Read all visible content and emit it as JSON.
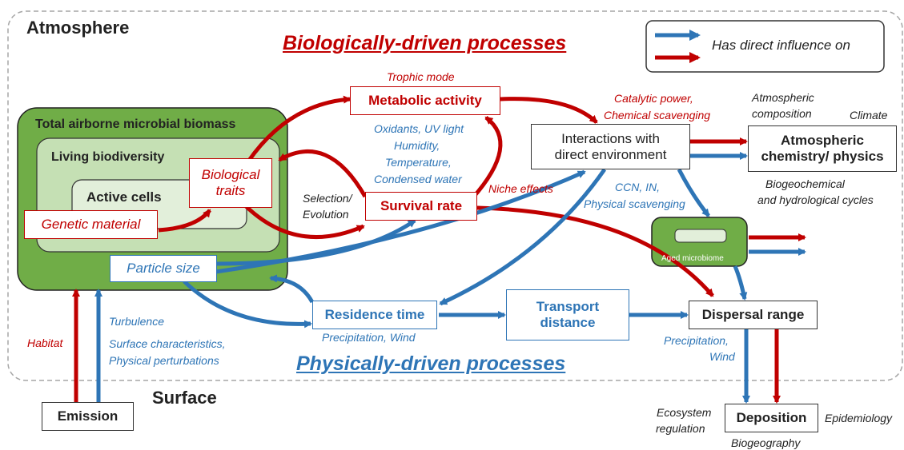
{
  "zones": {
    "atmosphere": "Atmosphere",
    "surface": "Surface"
  },
  "headings": {
    "biological": "Biologically-driven processes",
    "physical": "Physically-driven processes"
  },
  "legend": {
    "label": "Has direct influence on"
  },
  "biomass": {
    "title": "Total airborne microbial biomass",
    "living": "Living biodiversity",
    "active": "Active cells",
    "genetic": "Genetic material",
    "traits_line1": "Biological",
    "traits_line2": "traits",
    "particle": "Particle size"
  },
  "nodes": {
    "metabolic": "Metabolic activity",
    "survival": "Survival rate",
    "interactions_line1": "Interactions with",
    "interactions_line2": "direct environment",
    "atm_chem_line1": "Atmospheric",
    "atm_chem_line2": "chemistry/ physics",
    "residence": "Residence time",
    "transport_line1": "Transport",
    "transport_line2": "distance",
    "dispersal": "Dispersal range",
    "deposition": "Deposition",
    "emission": "Emission",
    "aged": "Aged microbiome"
  },
  "labels": {
    "trophic": "Trophic mode",
    "oxidants": "Oxidants, UV light",
    "humidity": "Humidity,",
    "temperature": "Temperature,",
    "condensed": "Condensed water",
    "catalytic": "Catalytic power,",
    "chemical": "Chemical scavenging",
    "atm_comp_1": "Atmospheric",
    "atm_comp_2": "composition",
    "climate": "Climate",
    "biogeo_1": "Biogeochemical",
    "biogeo_2": "and hydrological cycles",
    "selection": "Selection/",
    "evolution": "Evolution",
    "niche": "Niche effects",
    "ccn": "CCN, IN,",
    "physscav": "Physical scavenging",
    "precip_wind": "Precipitation, Wind",
    "precip2": "Precipitation,",
    "wind2": "Wind",
    "turbulence": "Turbulence",
    "surface_char": "Surface characteristics,",
    "phys_pert": "Physical perturbations",
    "habitat": "Habitat",
    "ecosystem": "Ecosystem",
    "regulation": "regulation",
    "biogeography": "Biogeography",
    "epidemiology": "Epidemiology"
  },
  "colors": {
    "red": "#c00000",
    "blue": "#2e75b6",
    "green_dark": "#70ad47",
    "green_mid": "#a9d18e",
    "green_light": "#e2efda"
  }
}
